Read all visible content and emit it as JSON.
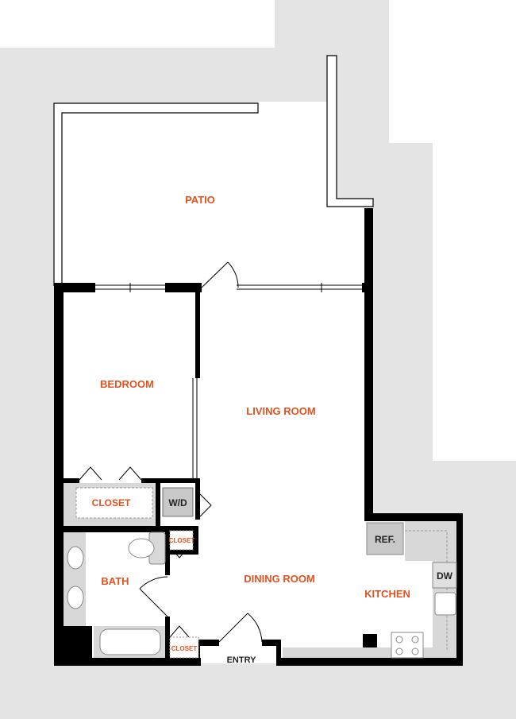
{
  "rooms": {
    "patio": "PATIO",
    "bedroom": "BEDROOM",
    "living_room": "LIVING ROOM",
    "closet_bedroom": "CLOSET",
    "washer_dryer": "W/D",
    "closet_bath_upper": "CLOSET",
    "bath": "BATH",
    "dining_room": "DINING ROOM",
    "kitchen": "KITCHEN",
    "refrigerator": "REF.",
    "dishwasher": "DW",
    "closet_bath_lower": "CLOSET",
    "entry": "ENTRY"
  },
  "colors": {
    "accent": "#e0531f",
    "wall": "#000000",
    "background": "#e4e4e4",
    "fixture": "#c8c8c8",
    "dark_label": "#222222"
  }
}
